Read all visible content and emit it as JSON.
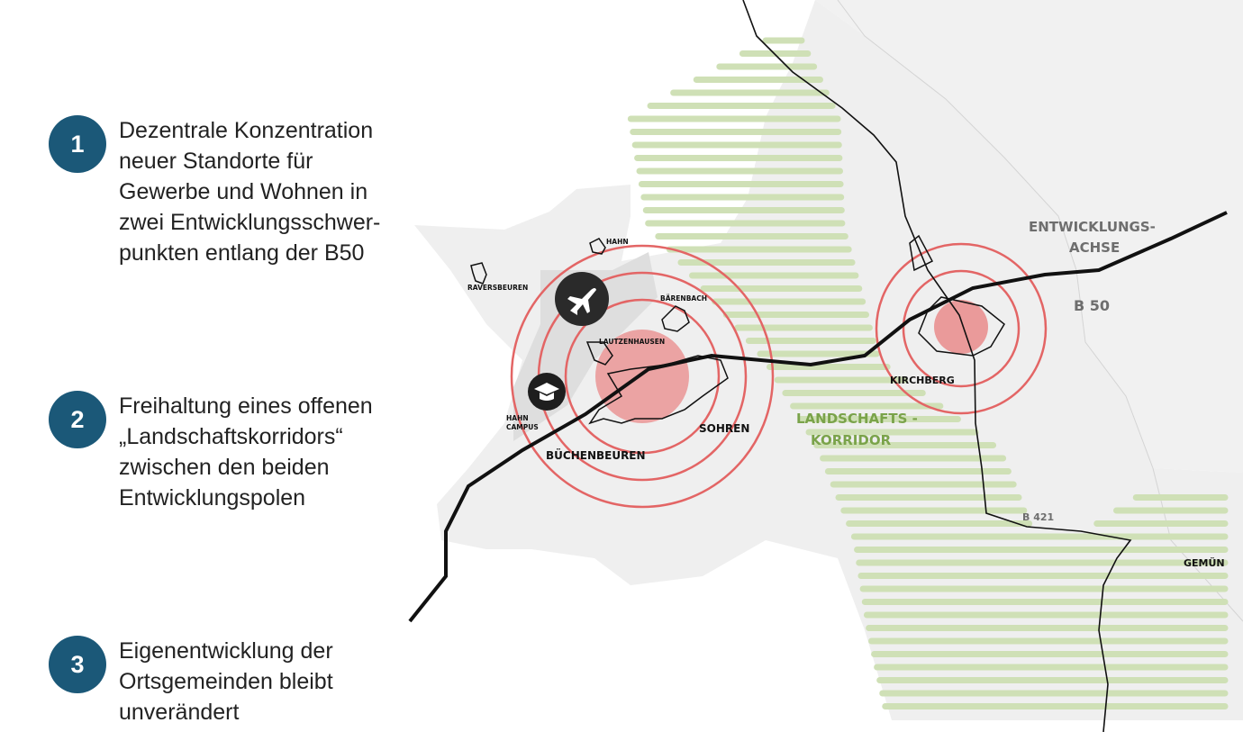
{
  "legend": [
    {
      "number": "1",
      "text": "Dezentrale Konzentration\nneuer Standorte für\nGewerbe und Wohnen in\nzwei Entwicklungsschwer-\npunkten entlang der B50"
    },
    {
      "number": "2",
      "text": "Freihaltung eines offenen\n„Landschaftskorridors“\nzwischen den beiden\nEntwicklungspolen"
    },
    {
      "number": "3",
      "text": "Eigenentwicklung der\nOrtsgemeinden bleibt\nunverändert"
    }
  ],
  "map": {
    "places": {
      "hahn": "HAHN",
      "raversbeuren": "RAVERSBEUREN",
      "baerenbach": "BÄRENBACH",
      "lautzenhausen": "LAUTZENHAUSEN",
      "hahn_campus_1": "HAHN",
      "hahn_campus_2": "CAMPUS",
      "buechenbeuren": "BÜCHENBEUREN",
      "sohren": "SOHREN",
      "kirchberg": "KIRCHBERG",
      "gemuenden": "GEMÜN"
    },
    "axis_label_1": "ENTWICKLUNGS-",
    "axis_label_2": "ACHSE",
    "road_b50": "B 50",
    "road_b421": "B 421",
    "corridor_1": "LANDSCHAFTS -",
    "corridor_2": "KORRIDOR",
    "icons": [
      "airplane-icon",
      "graduation-cap-icon"
    ]
  },
  "colors": {
    "badge": "#1b5878",
    "ring": "#e36565",
    "core": "#eea0a0",
    "corridor": "#cfe0b6",
    "corridor_text": "#7aa34a",
    "region": "#efefef"
  }
}
